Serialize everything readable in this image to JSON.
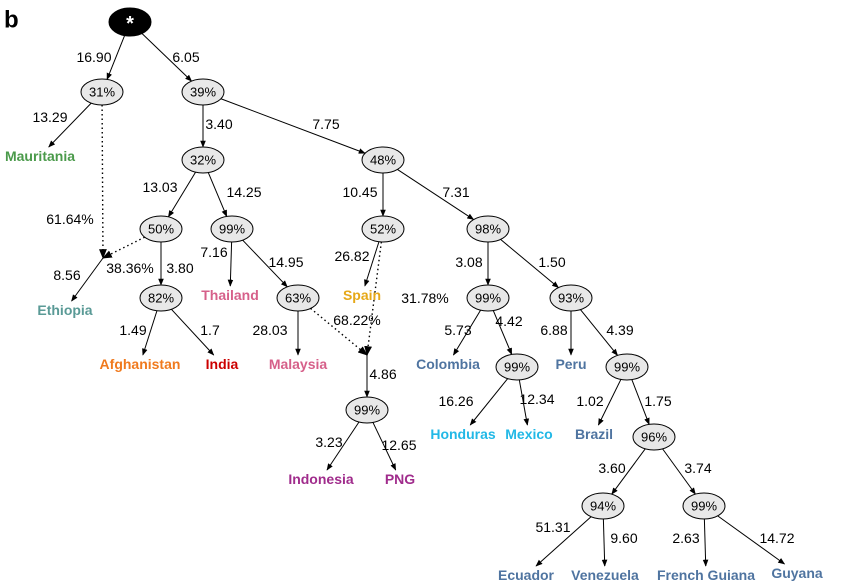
{
  "panel_label": "b",
  "colors": {
    "node_fill": "#e8e8e8",
    "root_fill": "#000000",
    "green": "#4a9a4a",
    "teal": "#5a9a96",
    "orange": "#f07a1e",
    "red": "#cc0000",
    "pink": "#d6608a",
    "gold": "#e6a817",
    "purple": "#a02c8c",
    "steel": "#4f74a0",
    "cyan": "#22b8e6"
  },
  "nodes": [
    {
      "id": "root",
      "label": "*",
      "root": true
    },
    {
      "id": "n31",
      "label": "31%"
    },
    {
      "id": "n39",
      "label": "39%"
    },
    {
      "id": "n32",
      "label": "32%"
    },
    {
      "id": "n48",
      "label": "48%"
    },
    {
      "id": "n50",
      "label": "50%"
    },
    {
      "id": "n99a",
      "label": "99%"
    },
    {
      "id": "n52",
      "label": "52%"
    },
    {
      "id": "n98",
      "label": "98%"
    },
    {
      "id": "n82",
      "label": "82%"
    },
    {
      "id": "n63",
      "label": "63%"
    },
    {
      "id": "n99b",
      "label": "99%"
    },
    {
      "id": "n93",
      "label": "93%"
    },
    {
      "id": "n99c",
      "label": "99%"
    },
    {
      "id": "n99d",
      "label": "99%"
    },
    {
      "id": "n99e",
      "label": "99%"
    },
    {
      "id": "n96",
      "label": "96%"
    },
    {
      "id": "n94",
      "label": "94%"
    },
    {
      "id": "n99f",
      "label": "99%"
    }
  ],
  "leaves": [
    {
      "id": "mauritania",
      "label": "Mauritania",
      "color": "green"
    },
    {
      "id": "ethiopia",
      "label": "Ethiopia",
      "color": "teal"
    },
    {
      "id": "afghanistan",
      "label": "Afghanistan",
      "color": "orange"
    },
    {
      "id": "india",
      "label": "India",
      "color": "red"
    },
    {
      "id": "thailand",
      "label": "Thailand",
      "color": "pink"
    },
    {
      "id": "malaysia",
      "label": "Malaysia",
      "color": "pink"
    },
    {
      "id": "spain",
      "label": "Spain",
      "color": "gold"
    },
    {
      "id": "indonesia",
      "label": "Indonesia",
      "color": "purple"
    },
    {
      "id": "png",
      "label": "PNG",
      "color": "purple"
    },
    {
      "id": "colombia",
      "label": "Colombia",
      "color": "steel"
    },
    {
      "id": "honduras",
      "label": "Honduras",
      "color": "cyan"
    },
    {
      "id": "mexico",
      "label": "Mexico",
      "color": "cyan"
    },
    {
      "id": "peru",
      "label": "Peru",
      "color": "steel"
    },
    {
      "id": "brazil",
      "label": "Brazil",
      "color": "steel"
    },
    {
      "id": "ecuador",
      "label": "Ecuador",
      "color": "steel"
    },
    {
      "id": "venezuela",
      "label": "Venezuela",
      "color": "steel"
    },
    {
      "id": "frenchguiana",
      "label": "French Guiana",
      "color": "steel"
    },
    {
      "id": "guyana",
      "label": "Guyana",
      "color": "steel"
    }
  ],
  "edges": [
    {
      "from": "root",
      "to": "n31",
      "label": "16.90"
    },
    {
      "from": "root",
      "to": "n39",
      "label": "6.05"
    },
    {
      "from": "n31",
      "to": "mauritania",
      "label": "13.29"
    },
    {
      "from": "n31",
      "to": "ethiopia_admix",
      "label": "61.64%",
      "dotted": true
    },
    {
      "from": "n39",
      "to": "n32",
      "label": "3.40"
    },
    {
      "from": "n39",
      "to": "n48",
      "label": "7.75"
    },
    {
      "from": "n32",
      "to": "n50",
      "label": "13.03"
    },
    {
      "from": "n32",
      "to": "n99a",
      "label": "14.25"
    },
    {
      "from": "n50",
      "to": "ethiopia_admix",
      "label": "38.36%",
      "dotted": true
    },
    {
      "from": "n50",
      "to": "n82",
      "label": "3.80"
    },
    {
      "from": "ethiopia_admix",
      "to": "ethiopia",
      "label": "8.56"
    },
    {
      "from": "n82",
      "to": "afghanistan",
      "label": "1.49"
    },
    {
      "from": "n82",
      "to": "india",
      "label": "1.7"
    },
    {
      "from": "n99a",
      "to": "thailand",
      "label": "7.16"
    },
    {
      "from": "n99a",
      "to": "n63",
      "label": "14.95"
    },
    {
      "from": "n63",
      "to": "malaysia",
      "label": "28.03"
    },
    {
      "from": "n63",
      "to": "indo_admix",
      "label": "68.22%",
      "dotted": true
    },
    {
      "from": "n48",
      "to": "n52",
      "label": "10.45"
    },
    {
      "from": "n48",
      "to": "n98",
      "label": "7.31"
    },
    {
      "from": "n52",
      "to": "spain",
      "label": "26.82"
    },
    {
      "from": "n52",
      "to": "indo_admix",
      "label": "31.78%",
      "dotted": true
    },
    {
      "from": "indo_admix",
      "to": "n99b",
      "label": "4.86"
    },
    {
      "from": "n99b",
      "to": "indonesia",
      "label": "3.23"
    },
    {
      "from": "n99b",
      "to": "png",
      "label": "12.65"
    },
    {
      "from": "n98",
      "to": "n99c",
      "label": "3.08"
    },
    {
      "from": "n98",
      "to": "n93",
      "label": "1.50"
    },
    {
      "from": "n99c",
      "to": "colombia",
      "label": "5.73"
    },
    {
      "from": "n99c",
      "to": "n99d",
      "label": "4.42"
    },
    {
      "from": "n99d",
      "to": "honduras",
      "label": "16.26"
    },
    {
      "from": "n99d",
      "to": "mexico",
      "label": "12.34"
    },
    {
      "from": "n93",
      "to": "peru",
      "label": "6.88"
    },
    {
      "from": "n93",
      "to": "n99e",
      "label": "4.39"
    },
    {
      "from": "n99e",
      "to": "brazil",
      "label": "1.02"
    },
    {
      "from": "n99e",
      "to": "n96",
      "label": "1.75"
    },
    {
      "from": "n96",
      "to": "n94",
      "label": "3.60"
    },
    {
      "from": "n96",
      "to": "n99f",
      "label": "3.74"
    },
    {
      "from": "n94",
      "to": "ecuador",
      "label": "51.31"
    },
    {
      "from": "n94",
      "to": "venezuela",
      "label": "9.60"
    },
    {
      "from": "n99f",
      "to": "frenchguiana",
      "label": "2.63"
    },
    {
      "from": "n99f",
      "to": "guyana",
      "label": "14.72"
    }
  ]
}
